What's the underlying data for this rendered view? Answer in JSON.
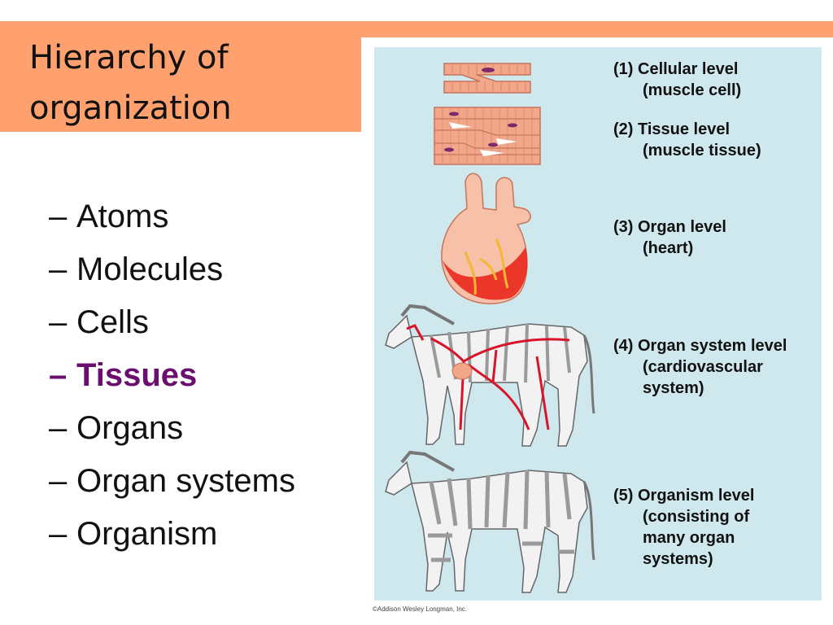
{
  "slide": {
    "title": "Hierarchy of\norganization",
    "bullets": [
      {
        "dash": "–",
        "text": "Atoms"
      },
      {
        "dash": "–",
        "text": "Molecules"
      },
      {
        "dash": "–",
        "text": "Cells"
      },
      {
        "dash": "–",
        "text": "Tissues"
      },
      {
        "dash": "–",
        "text": "Organs"
      },
      {
        "dash": "–",
        "text": "Organ systems"
      },
      {
        "dash": "–",
        "text": "Organism"
      }
    ],
    "highlighted_bullet": "Tissues",
    "colors": {
      "title_band": "#ffa06f",
      "highlight_text": "#6a0f6e",
      "figure_background": "#cfe8ee"
    }
  },
  "figure": {
    "levels": [
      {
        "line1": "(1) Cellular level",
        "line2": "(muscle cell)"
      },
      {
        "line1": "(2) Tissue level",
        "line2": "(muscle tissue)"
      },
      {
        "line1": "(3) Organ level",
        "line2": "(heart)"
      },
      {
        "line1": "(4) Organ system level",
        "line2": "(cardiovascular",
        "line3": "system)"
      },
      {
        "line1": "(5) Organism level",
        "line2": "(consisting of",
        "line3": "many organ",
        "line4": "systems)"
      }
    ],
    "credit": "©Addison Wesley Longman, Inc."
  }
}
